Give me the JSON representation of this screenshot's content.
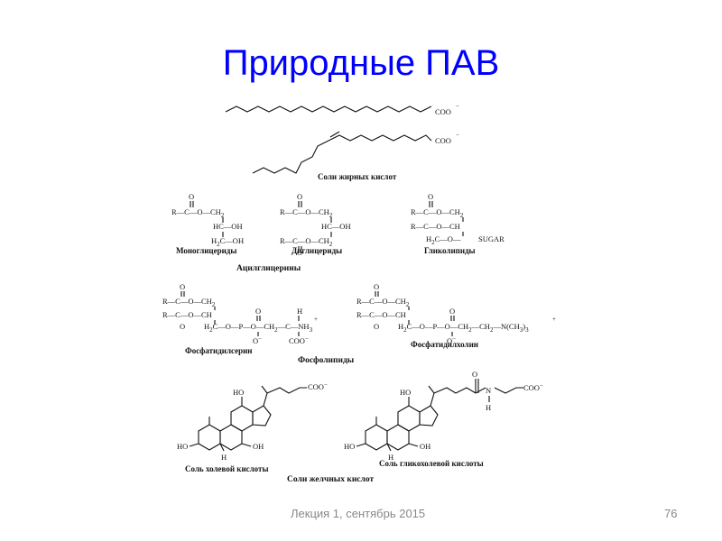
{
  "slide": {
    "title": "Природные ПАВ",
    "footer_text": "Лекция 1, сентябрь 2015",
    "page_number": "76"
  },
  "fatty_acids": {
    "group_label": "Соли жирных кислот",
    "coo": "COO",
    "charge": "−"
  },
  "acylglycerols": {
    "group_label": "Ацилглицерины",
    "mono_label": "Моноглицериды",
    "di_label": "Диглицериды",
    "glyco_label": "Гликолипиды",
    "sugar": "SUGAR"
  },
  "phospholipids": {
    "group_label": "Фосфолипиды",
    "serine_label": "Фосфатидилсерин",
    "choline_label": "Фосфатидилхолин"
  },
  "bile": {
    "group_label": "Соли желчных кислот",
    "cholate_label": "Соль холевой кислоты",
    "glycocholate_label": "Соль гликохолевой кислоты",
    "oh": "HO",
    "oh2": "OH",
    "h": "H"
  },
  "colors": {
    "title": "#0000ff",
    "footer": "#888888",
    "ink": "#111111"
  }
}
